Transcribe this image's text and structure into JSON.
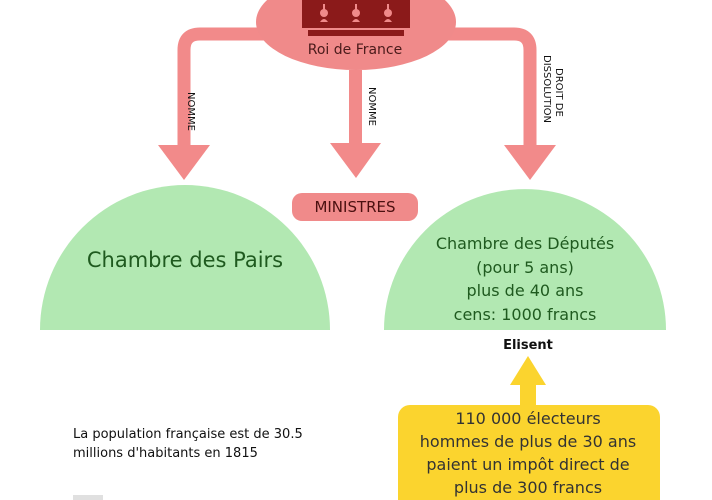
{
  "king": {
    "label": "Roi de France"
  },
  "arrows": {
    "left": "NOMME",
    "middle": "NOMME",
    "right_line1": "DROIT DE",
    "right_line2": "DISSOLUTION"
  },
  "ministres": "MINISTRES",
  "chambre_pairs": "Chambre des Pairs",
  "chambre_deputes": {
    "lines": [
      "Chambre des Députés",
      "(pour 5 ans)",
      "plus de 40 ans",
      "cens: 1000 francs"
    ]
  },
  "elisent": "Elisent",
  "electeurs": {
    "lines": [
      "110 000 électeurs",
      "hommes de plus de 30 ans",
      "paient un impôt direct de",
      "plus de 300 francs"
    ]
  },
  "population": {
    "lines": [
      "La population française est de 30.5",
      "millions d'habitants en 1815"
    ]
  },
  "colors": {
    "king_fill": "#f08a8a",
    "crown": "#8b1a1a",
    "arrow": "#f28a8a",
    "chamber_fill": "#b2e8b2",
    "electeurs_fill": "#fbd42e",
    "up_arrow": "#fbd42e"
  }
}
